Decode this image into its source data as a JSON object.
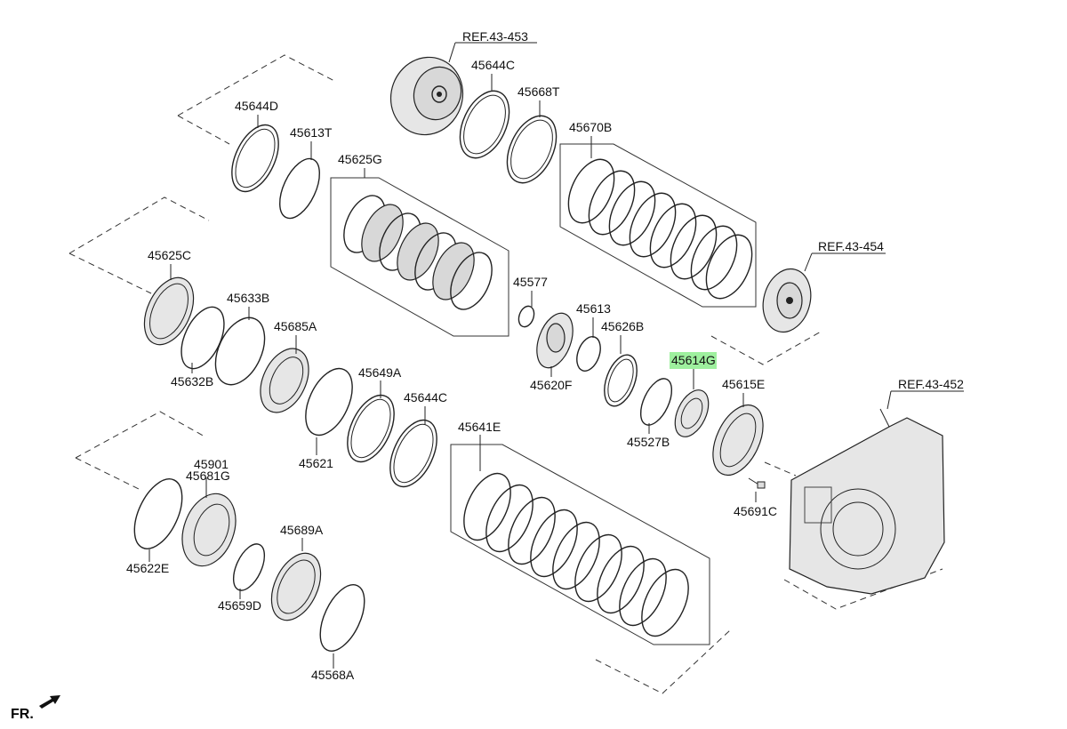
{
  "diagram": {
    "front_marker": "FR.",
    "references": {
      "ref_453": "REF.43-453",
      "ref_454": "REF.43-454",
      "ref_452": "REF.43-452"
    },
    "highlight_color": "#9ef09e",
    "parts": {
      "p45644C_top": "45644C",
      "p45668T": "45668T",
      "p45670B": "45670B",
      "p45644D": "45644D",
      "p45613T": "45613T",
      "p45625G": "45625G",
      "p45625C": "45625C",
      "p45633B": "45633B",
      "p45632B": "45632B",
      "p45685A": "45685A",
      "p45577": "45577",
      "p45613": "45613",
      "p45626B": "45626B",
      "p45620F": "45620F",
      "p45614G": "45614G",
      "p45615E": "45615E",
      "p45527B": "45527B",
      "p45649A": "45649A",
      "p45644C_mid": "45644C",
      "p45621": "45621",
      "p45641E": "45641E",
      "p45691C": "45691C",
      "p45901": "45901",
      "p45681G": "45681G",
      "p45622E": "45622E",
      "p45659D": "45659D",
      "p45689A": "45689A",
      "p45568A": "45568A"
    }
  }
}
